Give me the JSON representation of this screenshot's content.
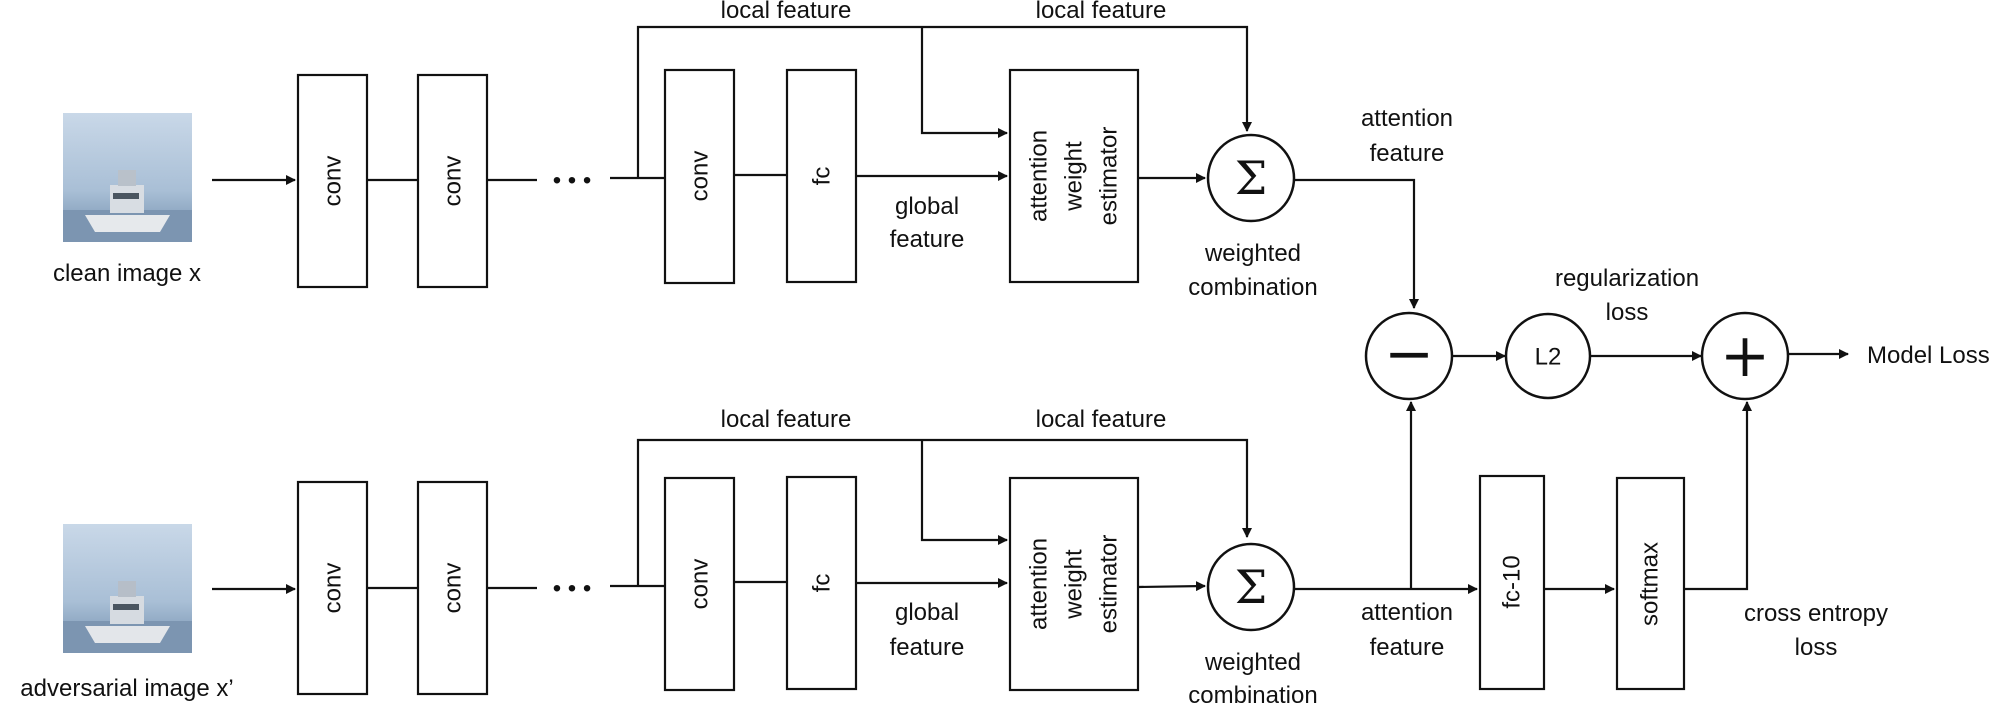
{
  "inputs": {
    "clean": "clean image x",
    "adversarial": "adversarial image x’"
  },
  "blocks": {
    "conv": "conv",
    "fc": "fc",
    "estimator_lines": [
      "attention",
      "weight",
      "estimator"
    ],
    "fc10": "fc-10",
    "softmax": "softmax"
  },
  "labels": {
    "local_feature": "local feature",
    "global_feature_lines": [
      "global",
      "feature"
    ],
    "attention_feature_lines": [
      "attention",
      "feature"
    ],
    "weighted_combination_lines": [
      "weighted",
      "combination"
    ],
    "regularization_loss_lines": [
      "regularization",
      "loss"
    ],
    "cross_entropy_loss_lines": [
      "cross entropy",
      "loss"
    ],
    "model_loss": "Model Loss",
    "l2": "L2"
  },
  "symbols": {
    "sum": "Σ",
    "minus": "−",
    "plus": "+",
    "ellipsis": "• • •"
  },
  "colors": {
    "line": "#111111",
    "sky": "#b5c9de",
    "sea": "#6f8cab"
  }
}
